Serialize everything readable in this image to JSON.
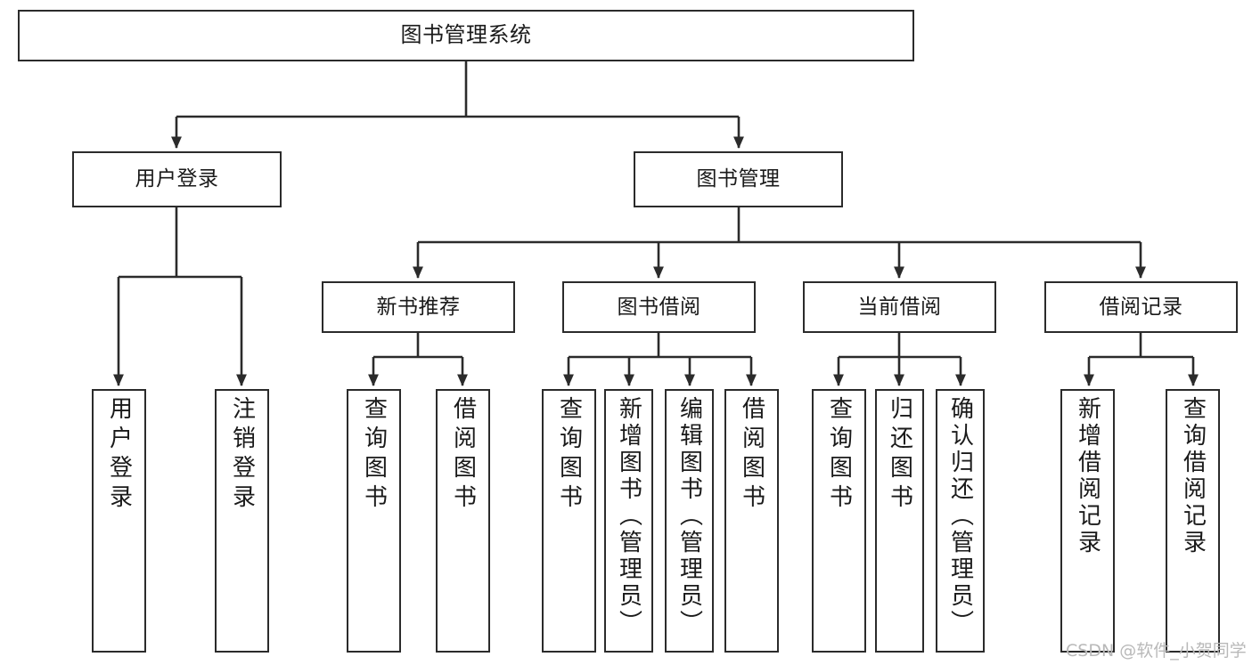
{
  "diagram": {
    "type": "tree",
    "title": "图书管理系统",
    "watermark": "CSDN @软件_小贺同学",
    "colors": {
      "stroke": "#2b2b2b",
      "fill": "#ffffff",
      "text": "#1a1a1a",
      "watermark": "#b9b9b9"
    },
    "nodes": {
      "root": {
        "label": "图书管理系统",
        "level": 0,
        "orientation": "horizontal"
      },
      "l1_0": {
        "label": "用户登录",
        "level": 1,
        "orientation": "horizontal"
      },
      "l1_1": {
        "label": "图书管理",
        "level": 1,
        "orientation": "horizontal"
      },
      "l2_0": {
        "label": "新书推荐",
        "level": 2,
        "orientation": "horizontal"
      },
      "l2_1": {
        "label": "图书借阅",
        "level": 2,
        "orientation": "horizontal"
      },
      "l2_2": {
        "label": "当前借阅",
        "level": 2,
        "orientation": "horizontal"
      },
      "l2_3": {
        "label": "借阅记录",
        "level": 2,
        "orientation": "horizontal"
      },
      "leaf_0": {
        "label": "用户登录",
        "level": 3,
        "orientation": "vertical",
        "parent": "用户登录"
      },
      "leaf_1": {
        "label": "注销登录",
        "level": 3,
        "orientation": "vertical",
        "parent": "用户登录"
      },
      "leaf_2": {
        "label": "查询图书",
        "level": 3,
        "orientation": "vertical",
        "parent": "新书推荐"
      },
      "leaf_3": {
        "label": "借阅图书",
        "level": 3,
        "orientation": "vertical",
        "parent": "新书推荐"
      },
      "leaf_4": {
        "label": "查询图书",
        "level": 3,
        "orientation": "vertical",
        "parent": "图书借阅"
      },
      "leaf_5": {
        "label": "新增图书（管理员）",
        "level": 3,
        "orientation": "vertical",
        "parent": "图书借阅"
      },
      "leaf_6": {
        "label": "编辑图书（管理员）",
        "level": 3,
        "orientation": "vertical",
        "parent": "图书借阅"
      },
      "leaf_7": {
        "label": "借阅图书",
        "level": 3,
        "orientation": "vertical",
        "parent": "图书借阅"
      },
      "leaf_8": {
        "label": "查询图书",
        "level": 3,
        "orientation": "vertical",
        "parent": "当前借阅"
      },
      "leaf_9": {
        "label": "归还图书",
        "level": 3,
        "orientation": "vertical",
        "parent": "当前借阅"
      },
      "leaf_10": {
        "label": "确认归还（管理员）",
        "level": 3,
        "orientation": "vertical",
        "parent": "当前借阅"
      },
      "leaf_11": {
        "label": "新增借阅记录",
        "level": 3,
        "orientation": "vertical",
        "parent": "借阅记录"
      },
      "leaf_12": {
        "label": "查询借阅记录",
        "level": 3,
        "orientation": "vertical",
        "parent": "借阅记录"
      }
    }
  }
}
